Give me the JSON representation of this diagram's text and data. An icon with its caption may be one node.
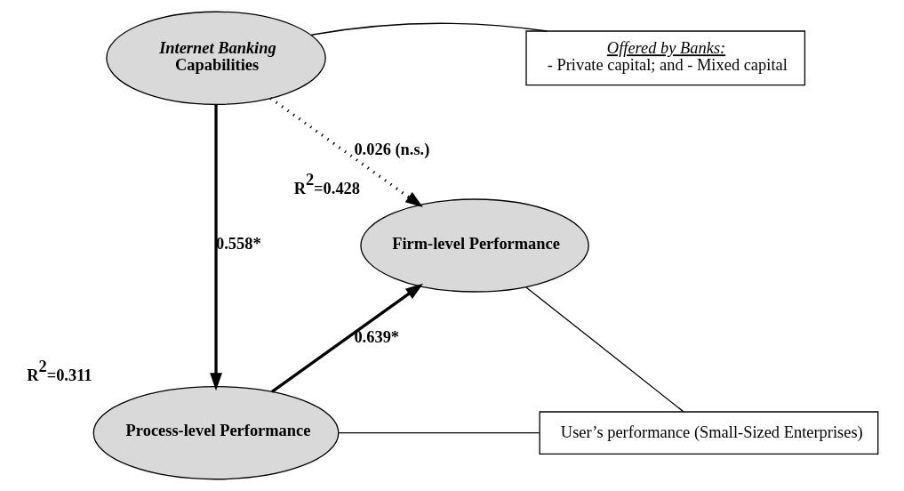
{
  "diagram": {
    "nodes": [
      {
        "text": [
          "*Internet Banking* Capabilities"
        ]
      },
      {
        "text": [
          "*Offered by Banks:*",
          "- Private capital; and - Mixed capital"
        ]
      },
      {
        "text": [
          "Firm-level Performance"
        ],
        "beside": [
          "R$^{2}$=0.428"
        ]
      },
      {
        "text": [
          "Process-level Performance"
        ],
        "beside": [
          "R$^{2}$=0.311"
        ]
      },
      {
        "text": [
          "User’s performance (Small-Sized Enterprises)"
        ]
      }
    ],
    "edges": [
      {
        "from": 0,
        "to": 1,
        "arrow": "none"
      },
      {
        "from": 0,
        "to": 2,
        "arrow": "to",
        "label": "0.026 (n.s.)",
        "style": "dashed"
      },
      {
        "from": 0,
        "to": 3,
        "arrow": "to",
        "label": "0.558*",
        "style": "thick"
      },
      {
        "from": 3,
        "to": 2,
        "arrow": "to",
        "label": "0.639*",
        "style": "thick"
      },
      {
        "from": 2,
        "to": 4,
        "arrow": "none"
      },
      {
        "from": 3,
        "to": 4,
        "arrow": "none"
      }
    ]
  }
}
